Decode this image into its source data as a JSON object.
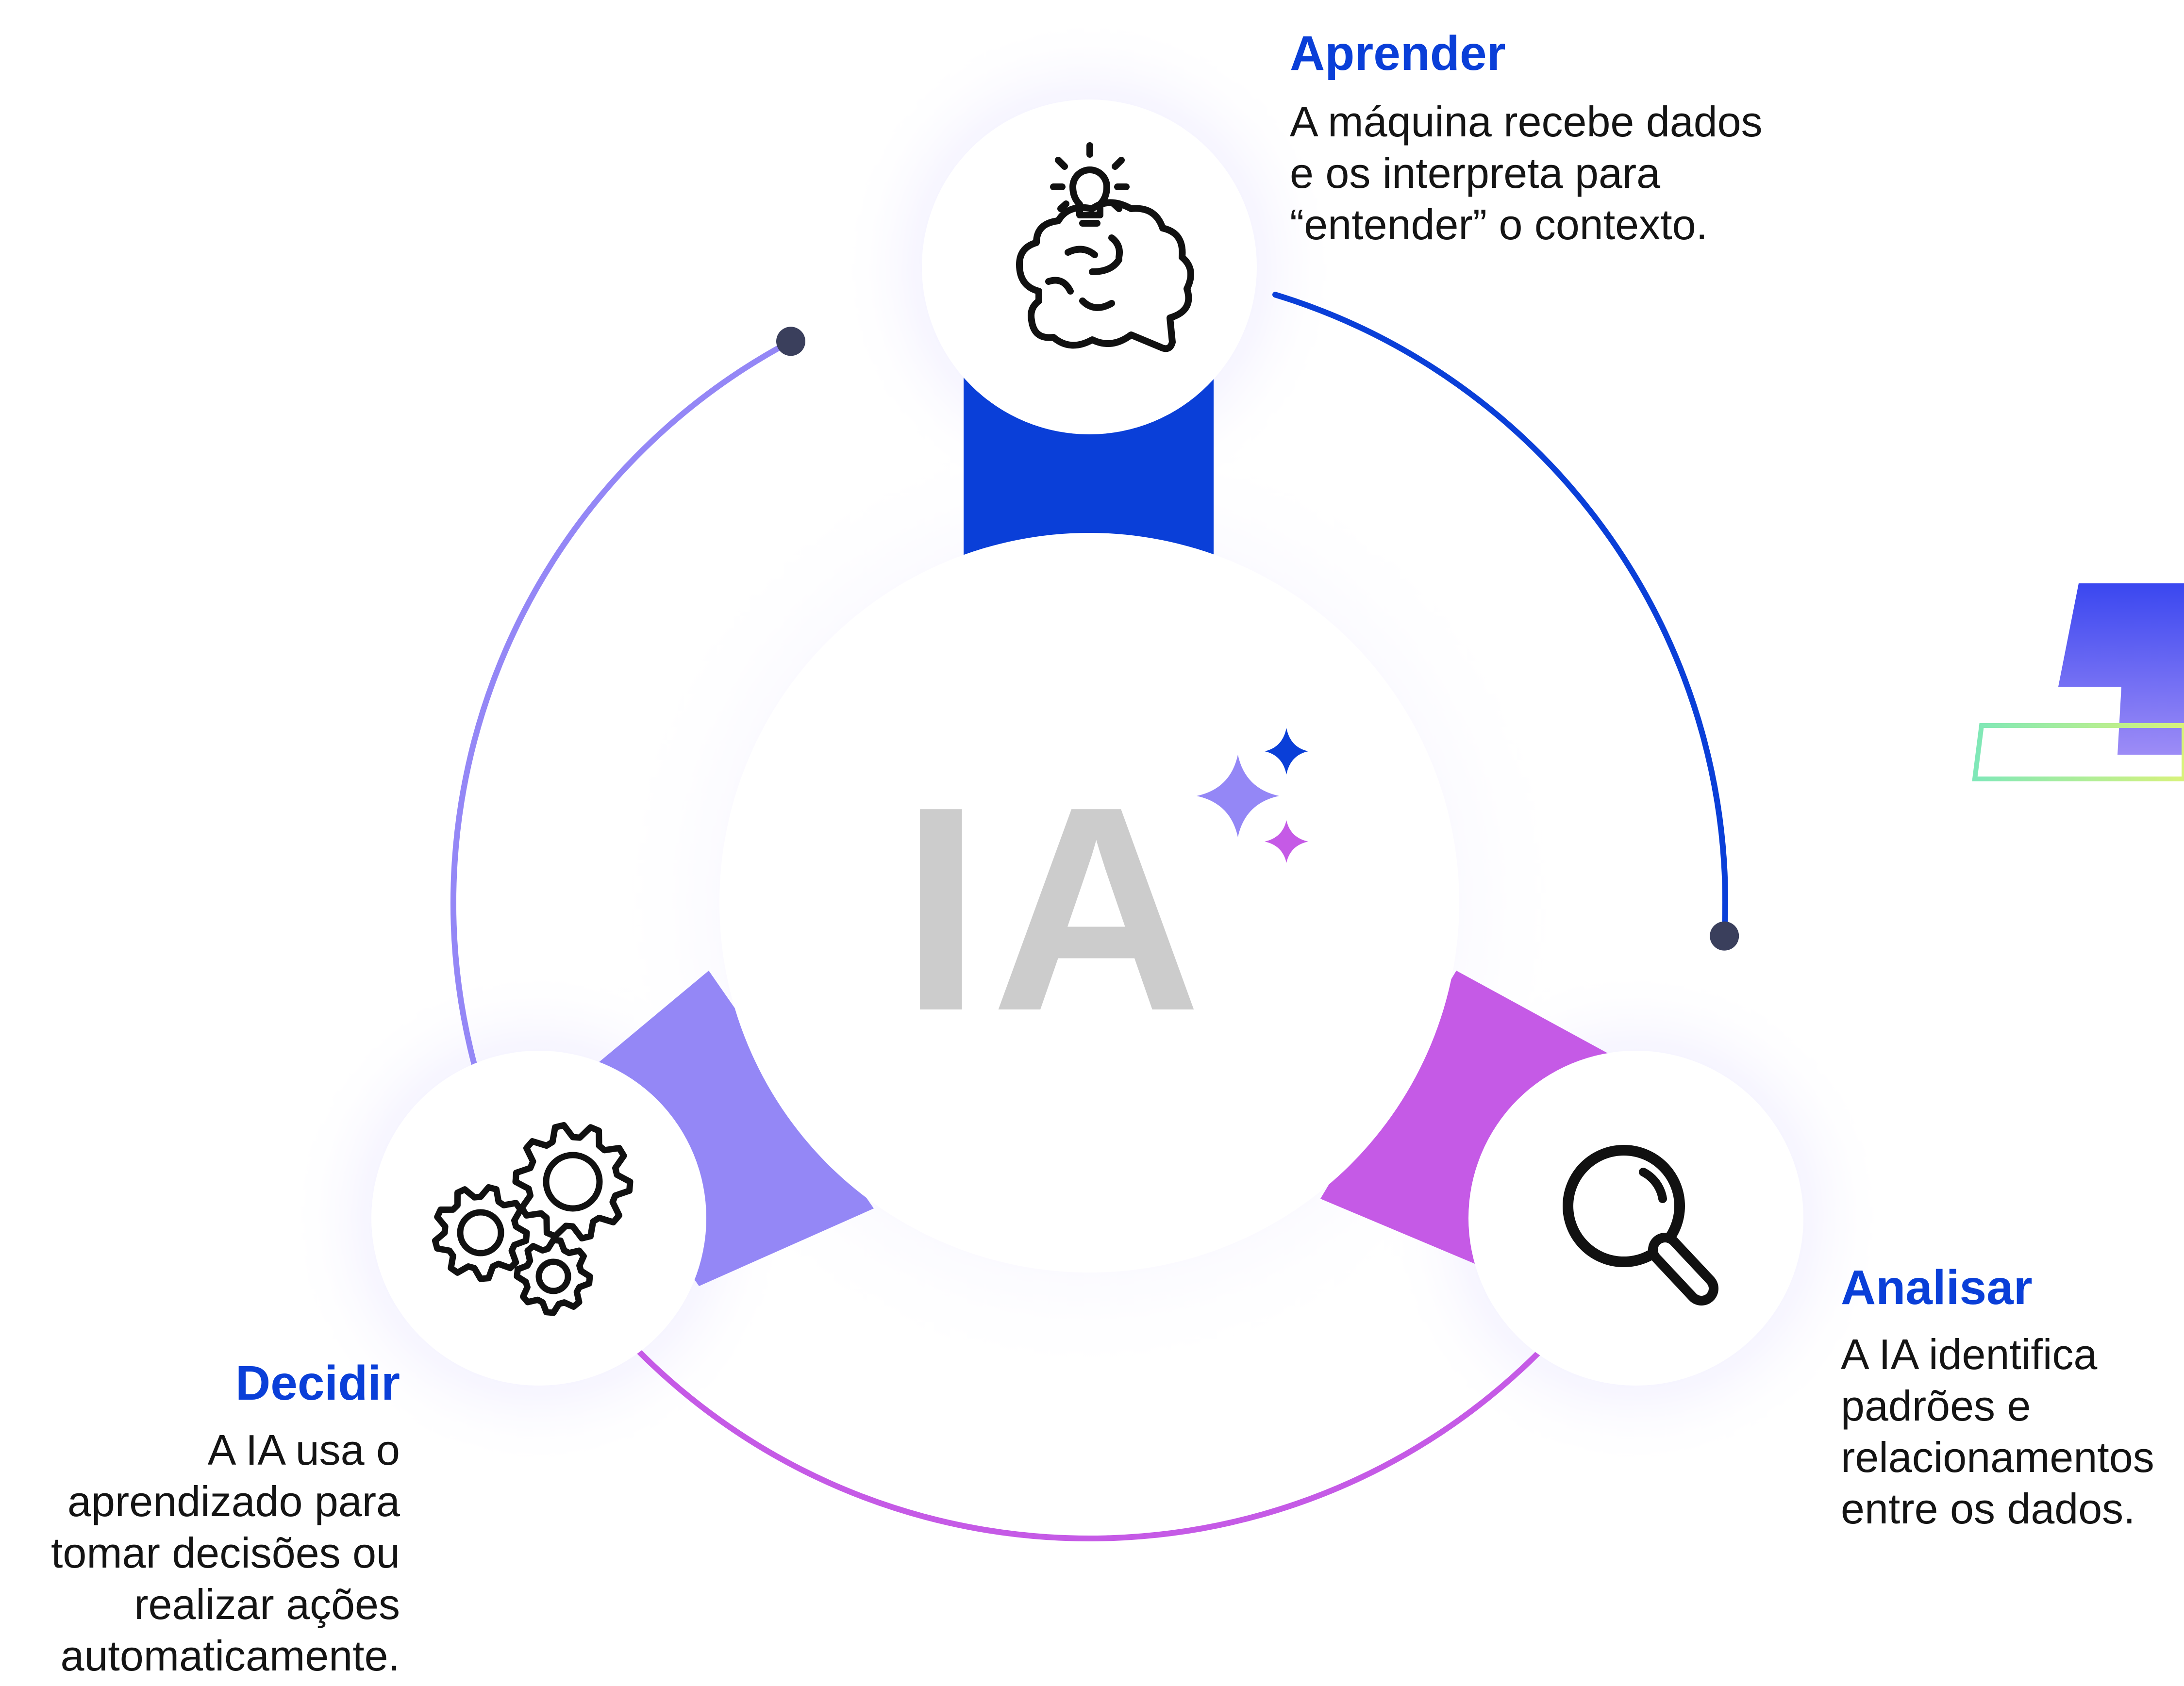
{
  "center": {
    "label": "IA"
  },
  "steps": [
    {
      "id": "aprender",
      "title": "Aprender",
      "desc": "A máquina recebe dados\ne os interpreta para\n“entender” o contexto.",
      "icon": "brain-lightbulb-icon"
    },
    {
      "id": "analisar",
      "title": "Analisar",
      "desc": "A IA identifica\npadrões e\nrelacionamentos\nentre os dados.",
      "icon": "magnifier-icon"
    },
    {
      "id": "decidir",
      "title": "Decidir",
      "desc": "A IA usa o\naprendizado para\ntomar decisões ou\nrealizar ações\nautomaticamente.",
      "icon": "gears-icon"
    }
  ],
  "colors": {
    "blue": "#0a3fd8",
    "violet": "#9487f6",
    "magenta": "#c55ae6",
    "dot": "#3a3f5c",
    "center_text": "#cccccc",
    "accent_green": "#b7f07e"
  }
}
